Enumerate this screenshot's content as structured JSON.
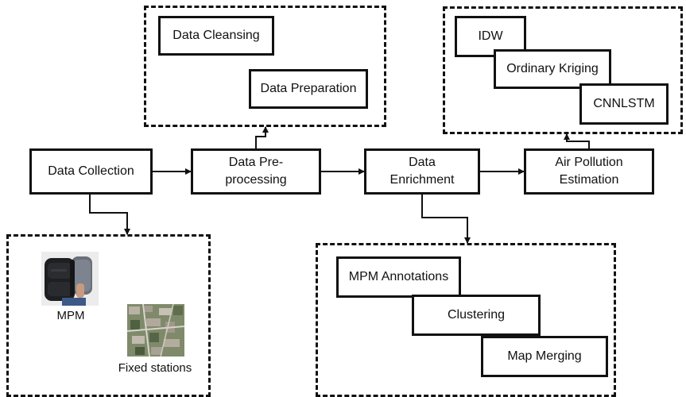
{
  "nodes": {
    "data_collection": "Data Collection",
    "data_preprocessing_line1": "Data Pre-",
    "data_preprocessing_line2": "processing",
    "data_enrichment_line1": "Data",
    "data_enrichment_line2": "Enrichment",
    "air_pollution_line1": "Air Pollution",
    "air_pollution_line2": "Estimation"
  },
  "preprocessing_group": {
    "data_cleansing": "Data Cleansing",
    "data_preparation": "Data Preparation"
  },
  "estimation_group": {
    "idw": "IDW",
    "ordinary_kriging": "Ordinary Kriging",
    "cnnlstm": "CNNLSTM"
  },
  "collection_group": {
    "mpm_caption": "MPM",
    "fixed_stations_caption": "Fixed stations"
  },
  "enrichment_group": {
    "mpm_annotations": "MPM Annotations",
    "clustering": "Clustering",
    "map_merging": "Map Merging"
  },
  "colors": {
    "stroke": "#111111",
    "background": "#ffffff"
  }
}
